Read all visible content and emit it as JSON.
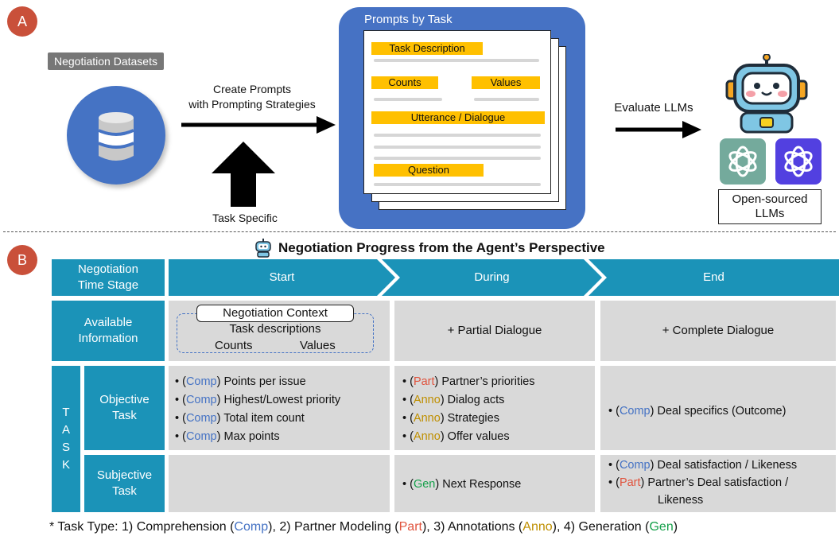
{
  "badges": {
    "a": "A",
    "b": "B"
  },
  "part_a": {
    "datasets_label": "Negotiation Datasets",
    "create_prompts_line1": "Create Prompts",
    "create_prompts_line2": "with Prompting Strategies",
    "task_specific": "Task Specific",
    "prompts_title": "Prompts by Task",
    "prompt_tags": {
      "task_description": "Task Description",
      "counts": "Counts",
      "values": "Values",
      "utterance": "Utterance / Dialogue",
      "question": "Question"
    },
    "evaluate_label": "Evaluate LLMs",
    "open_sourced_line1": "Open-sourced",
    "open_sourced_line2": "LLMs"
  },
  "part_b": {
    "title": "Negotiation Progress from the Agent’s Perspective",
    "row_headers": {
      "time_stage_line1": "Negotiation",
      "time_stage_line2": "Time Stage",
      "available_line1": "Available",
      "available_line2": "Information",
      "task_letters": [
        "T",
        "A",
        "S",
        "K"
      ],
      "objective_line1": "Objective",
      "objective_line2": "Task",
      "subjective_line1": "Subjective",
      "subjective_line2": "Task"
    },
    "stages": [
      "Start",
      "During",
      "End"
    ],
    "available_info": {
      "context_title": "Negotiation Context",
      "task_descriptions": "Task descriptions",
      "counts": "Counts",
      "values": "Values",
      "during": "+ Partial Dialogue",
      "end": "+ Complete Dialogue"
    },
    "objective": {
      "start": [
        {
          "type": "Comp",
          "text": "Points per issue"
        },
        {
          "type": "Comp",
          "text": "Highest/Lowest priority"
        },
        {
          "type": "Comp",
          "text": "Total item count"
        },
        {
          "type": "Comp",
          "text": "Max points"
        }
      ],
      "during": [
        {
          "type": "Part",
          "text": "Partner’s priorities"
        },
        {
          "type": "Anno",
          "text": "Dialog acts"
        },
        {
          "type": "Anno",
          "text": "Strategies"
        },
        {
          "type": "Anno",
          "text": "Offer values"
        }
      ],
      "end": [
        {
          "type": "Comp",
          "text": "Deal specifics (Outcome)"
        }
      ]
    },
    "subjective": {
      "during": [
        {
          "type": "Gen",
          "text": "Next Response"
        }
      ],
      "end": [
        {
          "type": "Comp",
          "text": "Deal satisfaction / Likeness"
        },
        {
          "type": "Part",
          "text": "Partner’s Deal satisfaction /"
        },
        {
          "type": "",
          "text": "Likeness"
        }
      ]
    },
    "footnote": {
      "prefix": "* Task Type: 1) Comprehension (",
      "comp": "Comp",
      "s2": "), 2) Partner Modeling (",
      "part": "Part",
      "s3": "), 3) Annotations (",
      "anno": "Anno",
      "s4": "), 4) Generation (",
      "gen": "Gen",
      "suffix": ")"
    }
  },
  "colors": {
    "badge": "#c9503a",
    "teal": "#1b93b8",
    "grey_cell": "#d9d9d9",
    "prompt_panel": "#4672c4",
    "tag_yellow": "#ffc000",
    "comp": "#4472c4",
    "part": "#e0533d",
    "anno": "#bf8f00",
    "gen": "#15a04a"
  },
  "icons": [
    "database-icon",
    "right-arrow-icon",
    "up-arrow-icon",
    "robot-icon",
    "openai-logo-icon",
    "small-robot-icon"
  ]
}
